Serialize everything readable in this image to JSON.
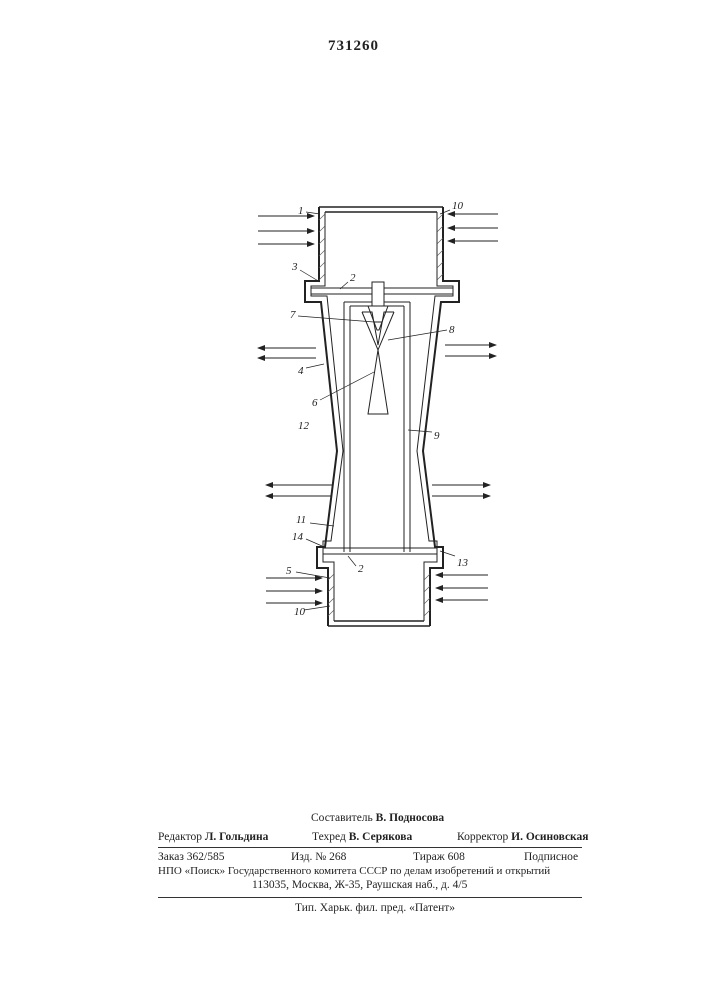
{
  "patent_number": "731260",
  "labels": {
    "l1": "1",
    "l10_top": "10",
    "l3": "3",
    "l2_top": "2",
    "l7": "7",
    "l8": "8",
    "l4": "4",
    "l6": "6",
    "l12": "12",
    "l9": "9",
    "l11": "11",
    "l14": "14",
    "l5": "5",
    "l2_bot": "2",
    "l13": "13",
    "l10_bot": "10"
  },
  "footer": {
    "compiler_label": "Составитель",
    "compiler_name": "В. Подносова",
    "editor_label": "Редактор",
    "editor_name": "Л. Гольдина",
    "techred_label": "Техред",
    "techred_name": "В. Серякова",
    "corrector_label": "Корректор",
    "corrector_name": "И. Осиновская",
    "order": "Заказ 362/585",
    "edition": "Изд. № 268",
    "print_run": "Тираж 608",
    "subscription": "Подписное",
    "org_line": "НПО «Поиск» Государственного комитета СССР по делам изобретений и открытий",
    "address_line": "113035, Москва, Ж-35, Раушская наб., д. 4/5",
    "printer_line": "Тип. Харьк. фил. пред. «Патент»"
  }
}
